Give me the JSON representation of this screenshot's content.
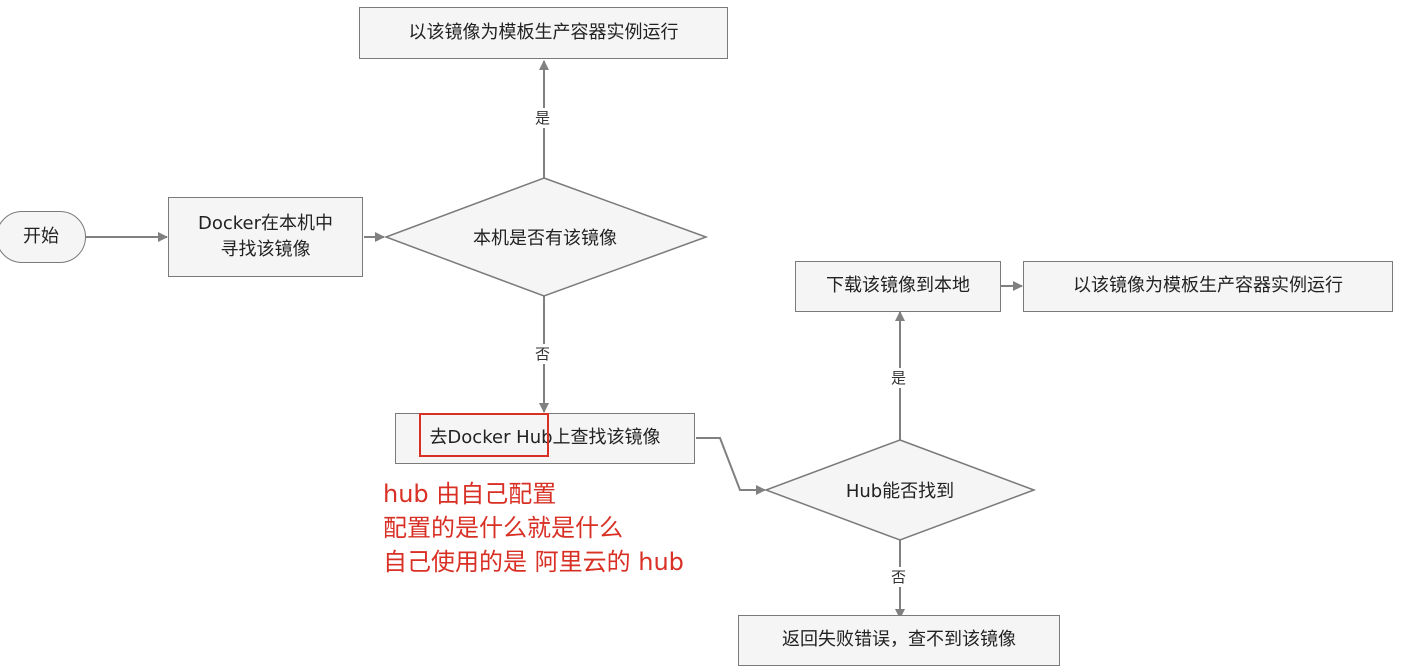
{
  "diagram": {
    "nodes": {
      "start": "开始",
      "search_local": "Docker在本机中\n寻找该镜像",
      "has_local": "本机是否有该镜像",
      "run_top": "以该镜像为模板生产容器实例运行",
      "search_hub": "去Docker Hub上查找该镜像",
      "hub_found": "Hub能否找到",
      "download": "下载该镜像到本地",
      "run_right": "以该镜像为模板生产容器实例运行",
      "error": "返回失败错误，查不到该镜像"
    },
    "edge_labels": {
      "local_yes": "是",
      "local_no": "否",
      "hub_yes": "是",
      "hub_no": "否"
    }
  },
  "annotation": {
    "lines": [
      "hub 由自己配置",
      "配置的是什么就是什么",
      "自己使用的是 阿里云的 hub"
    ]
  },
  "colors": {
    "node_fill": "#f5f5f5",
    "node_border": "#7a7a7a",
    "connector": "#808080",
    "annotation": "#d93025"
  }
}
